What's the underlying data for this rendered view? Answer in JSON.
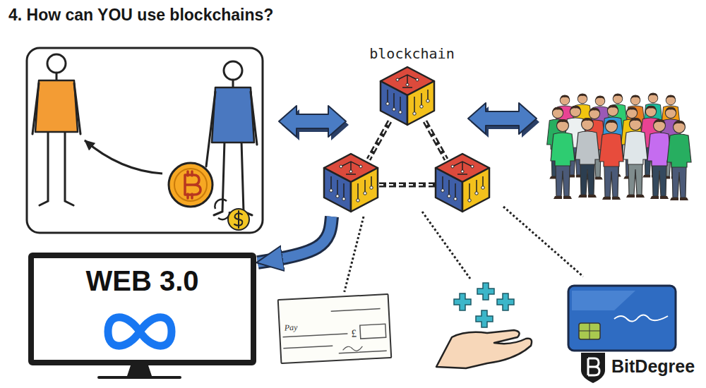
{
  "diagram": {
    "title": "4. How can YOU use blockchains?",
    "nodes": [
      {
        "text": [
          "blockchain"
        ]
      },
      {
        "text": [
          "WEB 3.0"
        ]
      },
      {
        "text": [
          "Pay",
          "£"
        ]
      }
    ],
    "edges": [
      {
        "from": 0,
        "to": 1,
        "arrow": "to"
      },
      {
        "from": 0,
        "to": 2,
        "arrow": "none"
      }
    ],
    "labels": [
      "BitDegree"
    ]
  }
}
